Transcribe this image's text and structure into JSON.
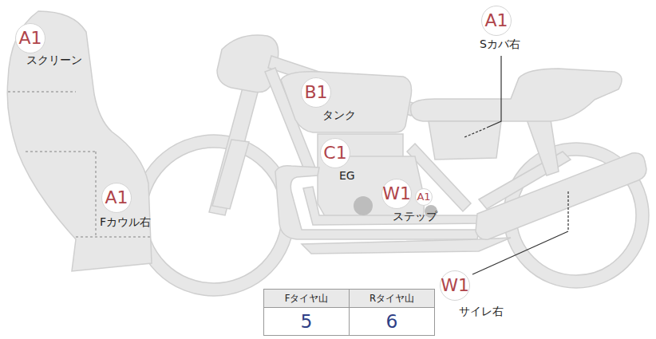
{
  "diagram": {
    "nodes": [
      {
        "text": [
          "A1",
          "スクリーン"
        ]
      },
      {
        "text": [
          "A1",
          "Sカバ右"
        ]
      },
      {
        "text": [
          "B1",
          "タンク"
        ]
      },
      {
        "text": [
          "C1",
          "EG"
        ]
      },
      {
        "text": [
          "A1",
          "Fカウル右"
        ]
      },
      {
        "text": [
          "W1"
        ]
      },
      {
        "text": [
          "A1",
          "ステップ"
        ]
      },
      {
        "text": [
          "W1",
          "サイレ右"
        ]
      }
    ],
    "labels": [
      "Fタイヤ山",
      "Rタイヤ山",
      "5",
      "6"
    ]
  }
}
